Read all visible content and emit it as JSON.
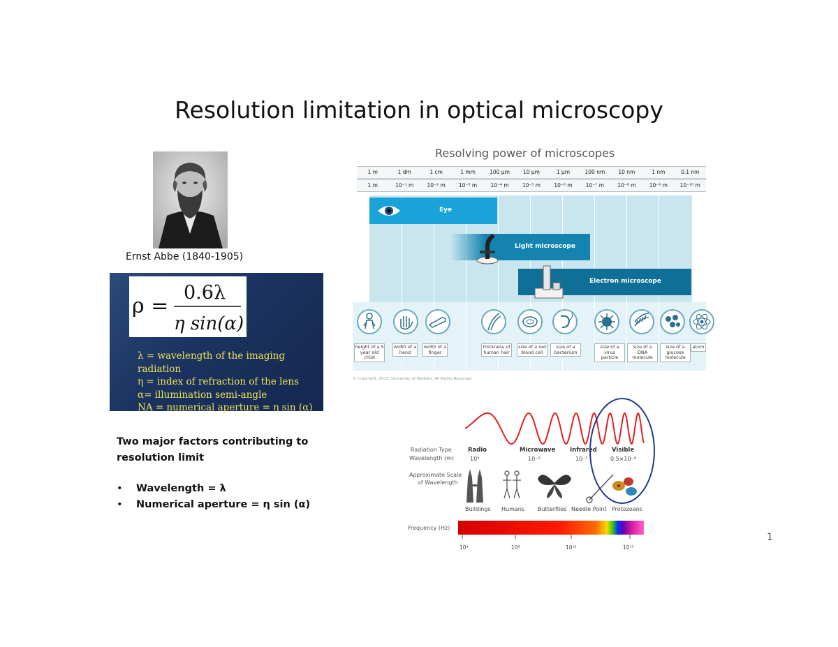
{
  "title": "Resolution limitation in optical microscopy",
  "portrait": {
    "caption": "Ernst Abbe (1840-1905)"
  },
  "formula": {
    "lhs": "ρ =",
    "numerator": "0.6λ",
    "denominator": "η sin(α)",
    "definitions": [
      "λ = wavelength of the imaging radiation",
      "η = index of refraction of the lens",
      "α= illumination semi-angle",
      "NA = numerical aperture = η sin (α)"
    ]
  },
  "factors": {
    "heading_line1": "Two major factors contributing to",
    "heading_line2": "resolution limit",
    "bullets": [
      "Wavelength = λ",
      "Numerical aperture = η sin (α)"
    ]
  },
  "resolving_power": {
    "title": "Resolving power of microscopes",
    "scale_units": [
      "1 m",
      "1 dm",
      "1 cm",
      "1 mm",
      "100 µm",
      "10 µm",
      "1 µm",
      "100 nm",
      "10 nm",
      "1 nm",
      "0.1 nm"
    ],
    "scale_powers": [
      "1 m",
      "10⁻¹ m",
      "10⁻² m",
      "10⁻³ m",
      "10⁻⁴ m",
      "10⁻⁵ m",
      "10⁻⁶ m",
      "10⁻⁷ m",
      "10⁻⁸ m",
      "10⁻⁹ m",
      "10⁻¹⁰ m"
    ],
    "bands": [
      "Eye",
      "Light microscope",
      "Electron microscope"
    ],
    "objects": [
      "height of a 5 year old child",
      "width of a hand",
      "width of a finger",
      "thickness of human hair",
      "size of a red blood cell",
      "size of a bacterium",
      "size of a virus particle",
      "size of a DNA molecule",
      "size of a glucose molecule",
      "atom"
    ],
    "copyright": "© Copyright. 2012. University of Waikato. All Rights Reserved."
  },
  "spectrum": {
    "row_labels": [
      "Radiation Type",
      "Wavelength (m)",
      "Approximate Scale",
      "of Wavelength",
      "Frequency (Hz)"
    ],
    "types": [
      "Radio",
      "Microwave",
      "Infrared",
      "Visible"
    ],
    "wavelengths": [
      "10³",
      "10⁻²",
      "10⁻⁵",
      "0.5×10⁻⁶"
    ],
    "objects": [
      "Buildings",
      "Humans",
      "Butterflies",
      "Needle Point",
      "Protozoans"
    ],
    "frequencies": [
      "10⁴",
      "10⁸",
      "10¹²",
      "10¹⁵"
    ]
  },
  "page_number": "1",
  "colors": {
    "panel_bg": "#1b3360",
    "definition_text": "#f1e257",
    "band_eye": "#1aa3d8",
    "band_light": "#1483b0",
    "band_electron": "#0f6f96",
    "circle": "#1f3c8c",
    "wave": "#e02020"
  }
}
